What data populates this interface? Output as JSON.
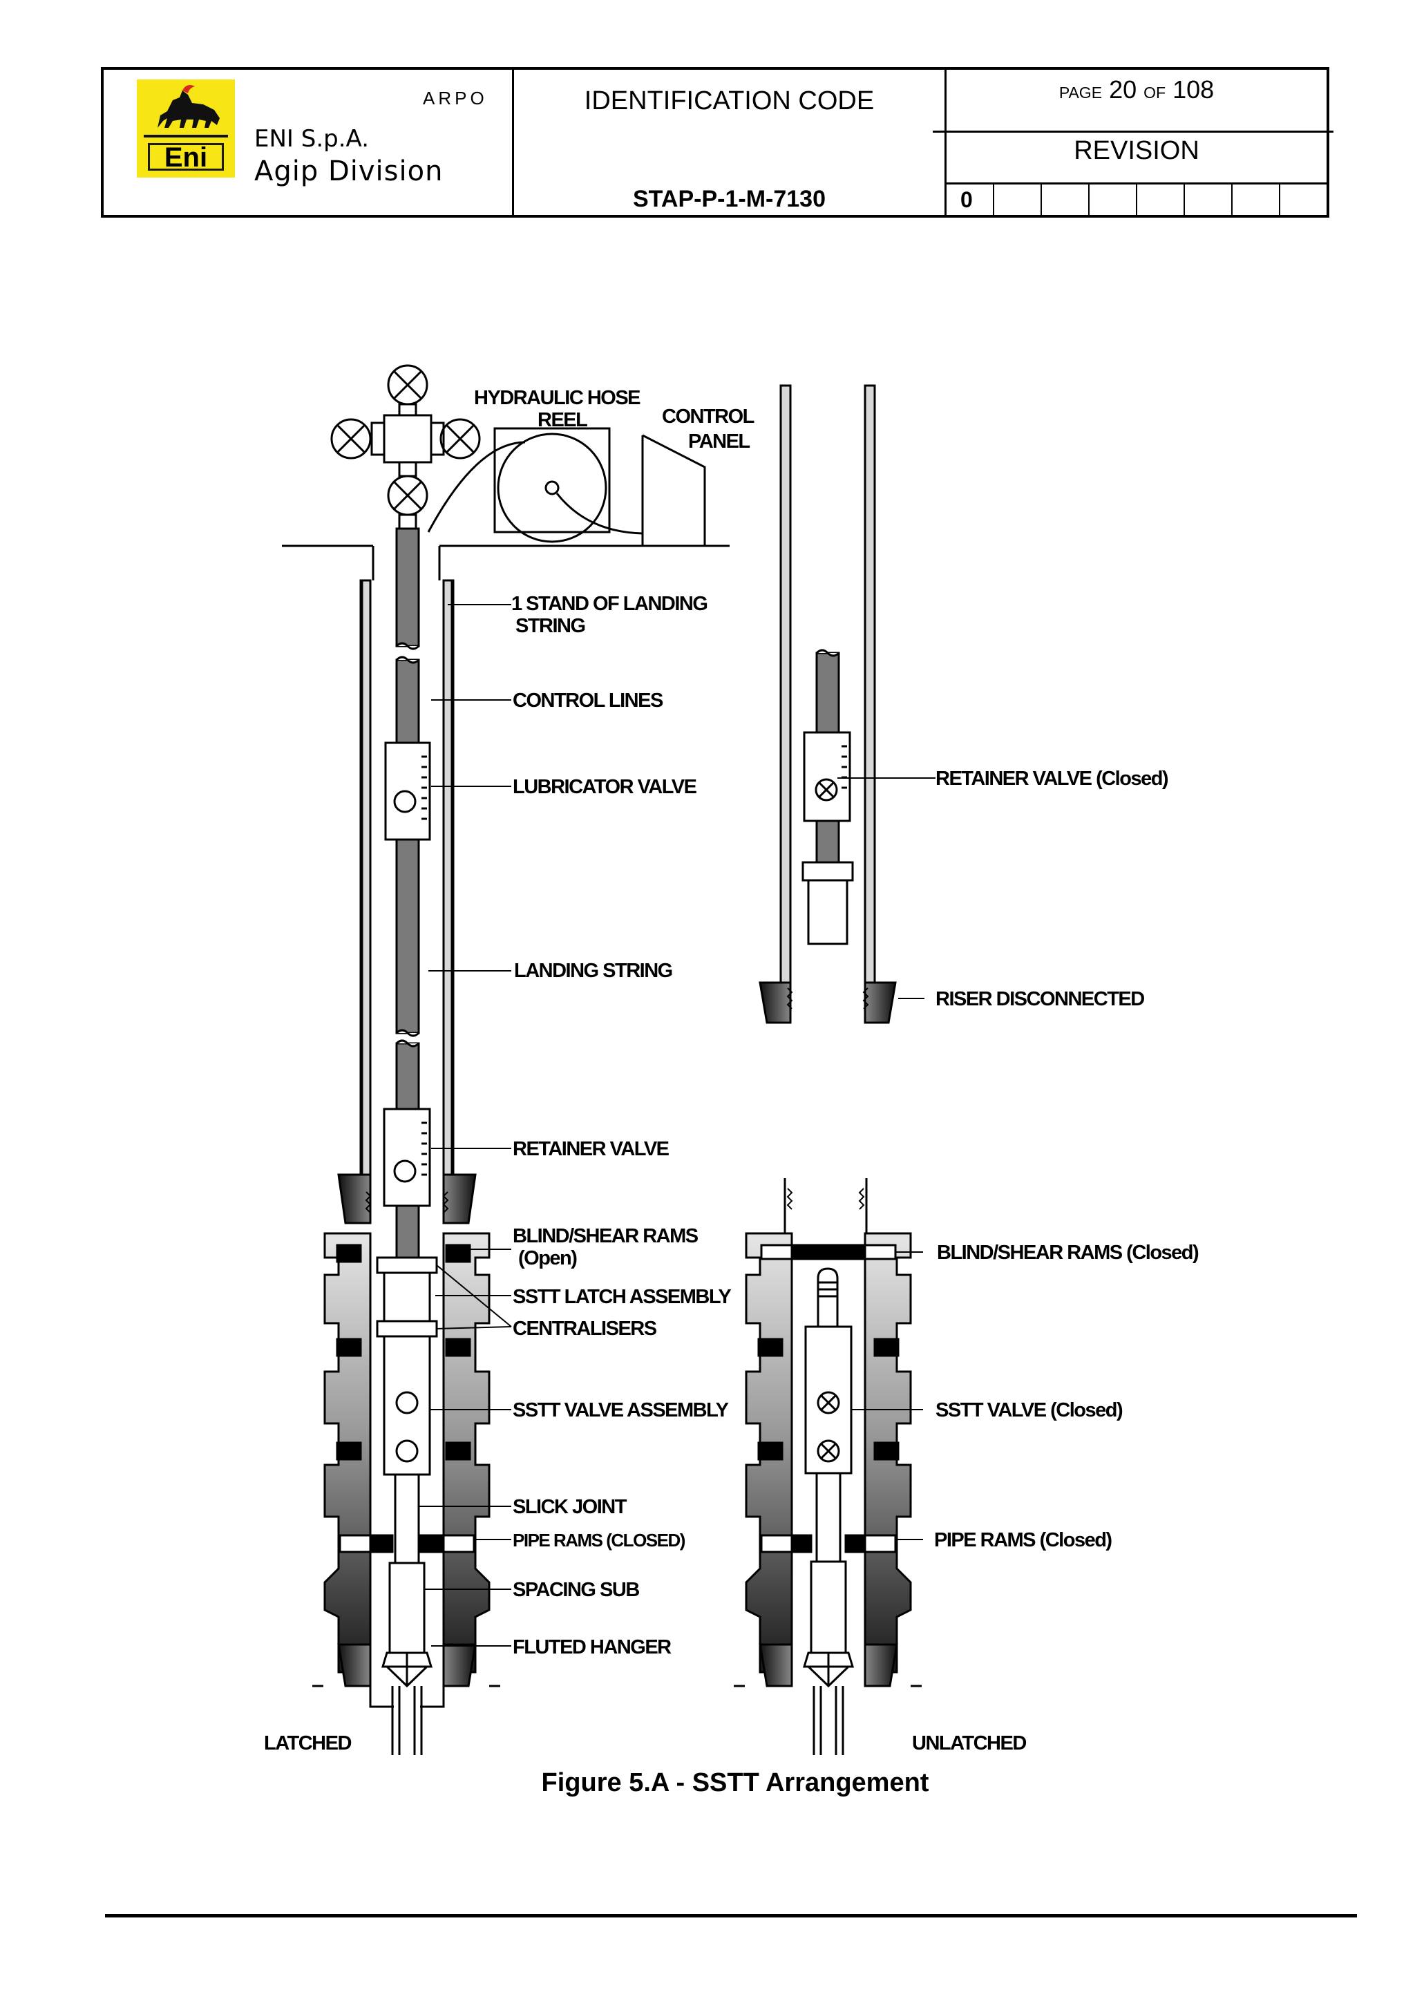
{
  "header": {
    "arpo": "ARPO",
    "company_line1": "ENI S.p.A.",
    "company_line2": "Agip Division",
    "logo_text": "Eni",
    "id_label": "IDENTIFICATION CODE",
    "id_code": "STAP-P-1-M-7130",
    "page_word": "PAGE",
    "page_num": "20",
    "of_word": "OF",
    "page_total": "108",
    "revision_label": "REVISION",
    "revision_value": "0"
  },
  "figure": {
    "labels": {
      "hose_reel_1": "HYDRAULIC HOSE",
      "hose_reel_2": "REEL",
      "control_panel_1": "CONTROL",
      "control_panel_2": "PANEL",
      "stand_1": "1 STAND OF LANDING",
      "stand_2": "STRING",
      "control_lines": "CONTROL LINES",
      "lubricator_valve": "LUBRICATOR VALVE",
      "landing_string": "LANDING STRING",
      "retainer_valve": "RETAINER VALVE",
      "blind_shear_1": "BLIND/SHEAR RAMS",
      "blind_shear_2": "(Open)",
      "sstt_latch": "SSTT LATCH ASSEMBLY",
      "centralisers": "CENTRALISERS",
      "sstt_valve_assembly": "SSTT VALVE ASSEMBLY",
      "slick_joint": "SLICK JOINT",
      "pipe_rams_closed": "PIPE RAMS (CLOSED)",
      "spacing_sub": "SPACING SUB",
      "fluted_hanger": "FLUTED HANGER",
      "latched": "LATCHED",
      "retainer_closed": "RETAINER VALVE (Closed)",
      "riser_disconnected": "RISER DISCONNECTED",
      "blind_shear_closed": "BLIND/SHEAR RAMS (Closed)",
      "sstt_valve_closed": "SSTT VALVE (Closed)",
      "pipe_rams_closed_right": "PIPE RAMS (Closed)",
      "unlatched": "UNLATCHED"
    },
    "caption": "Figure 5.A - SSTT Arrangement"
  }
}
